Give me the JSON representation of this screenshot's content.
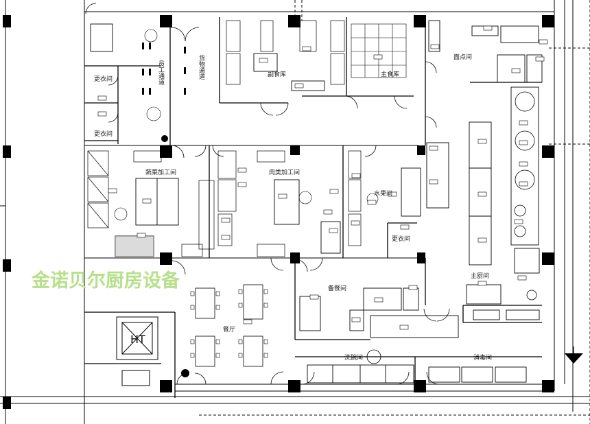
{
  "watermark": "金诺贝尔厨房设备",
  "rooms": {
    "locker_a": "更衣间",
    "locker_b": "更衣间",
    "locker_c": "更衣间",
    "staff_passage": "员工通道",
    "goods_passage": "货物通道",
    "sub_store": "副食库",
    "main_store": "主食库",
    "pastry": "面点间",
    "veg_prep": "蔬菜加工间",
    "meat_prep": "肉类加工间",
    "fruit": "水果间",
    "servery": "备餐间",
    "main_kitchen": "主厨间",
    "dining": "餐厅",
    "dishwash": "洗碗间",
    "disinfect": "消毒间",
    "lift": "HT"
  }
}
